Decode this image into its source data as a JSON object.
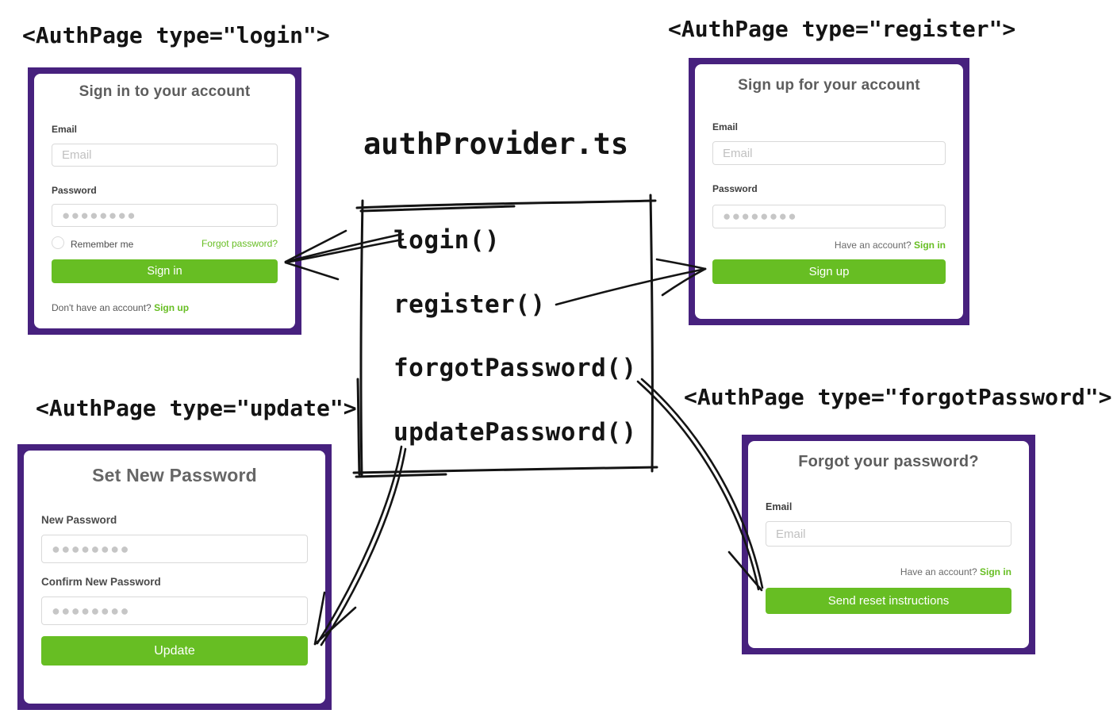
{
  "colors": {
    "purple": "#47217E",
    "green": "#67BE23",
    "ink": "#141414",
    "title_gray": "#5d5d5d"
  },
  "provider": {
    "filename": "authProvider.ts",
    "functions": [
      {
        "name": "login()"
      },
      {
        "name": "register()"
      },
      {
        "name": "forgotPassword()"
      },
      {
        "name": "updatePassword()"
      }
    ]
  },
  "login_page": {
    "tag": "<AuthPage type=\"login\">",
    "title": "Sign in to your account",
    "email_label": "Email",
    "email_placeholder": "Email",
    "password_label": "Password",
    "password_value": "●●●●●●●●",
    "remember_label": "Remember me",
    "forgot_link": "Forgot password?",
    "submit_label": "Sign in",
    "footer_text": "Don't have an account?",
    "footer_link": "Sign up"
  },
  "register_page": {
    "tag": "<AuthPage type=\"register\">",
    "title": "Sign up for your account",
    "email_label": "Email",
    "email_placeholder": "Email",
    "password_label": "Password",
    "password_value": "●●●●●●●●",
    "footer_text": "Have an account?",
    "footer_link": "Sign in",
    "submit_label": "Sign up"
  },
  "update_page": {
    "tag": "<AuthPage type=\"update\">",
    "title": "Set New Password",
    "new_password_label": "New Password",
    "new_password_value": "●●●●●●●●",
    "confirm_password_label": "Confirm New Password",
    "confirm_password_value": "●●●●●●●●",
    "submit_label": "Update"
  },
  "forgot_page": {
    "tag": "<AuthPage type=\"forgotPassword\">",
    "title": "Forgot your password?",
    "email_label": "Email",
    "email_placeholder": "Email",
    "footer_text": "Have an account?",
    "footer_link": "Sign in",
    "submit_label": "Send reset instructions"
  }
}
